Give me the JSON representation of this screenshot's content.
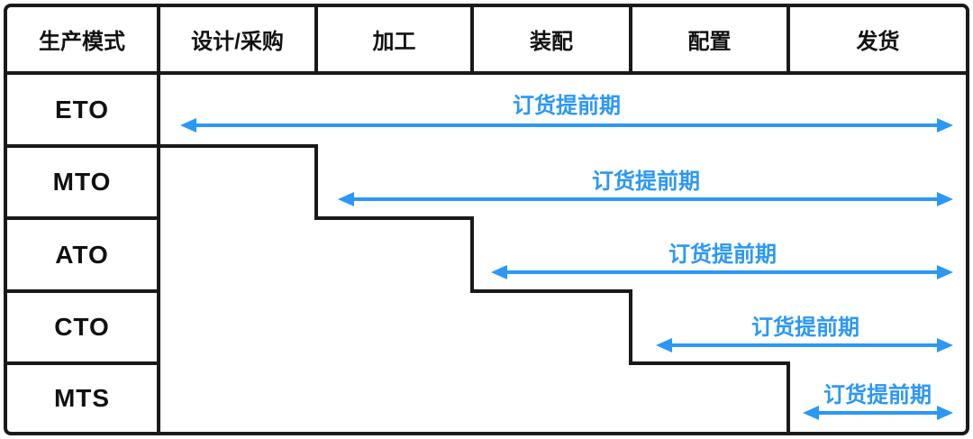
{
  "table": {
    "header": {
      "columns": [
        "生产模式",
        "设计/采购",
        "加工",
        "装配",
        "配置",
        "发货"
      ]
    },
    "rows": [
      {
        "mode": "ETO",
        "lead_time_label": "订货提前期",
        "lead_time_starts_at": "设计/采购"
      },
      {
        "mode": "MTO",
        "lead_time_label": "订货提前期",
        "lead_time_starts_at": "加工"
      },
      {
        "mode": "ATO",
        "lead_time_label": "订货提前期",
        "lead_time_starts_at": "装配"
      },
      {
        "mode": "CTO",
        "lead_time_label": "订货提前期",
        "lead_time_starts_at": "配置"
      },
      {
        "mode": "MTS",
        "lead_time_label": "订货提前期",
        "lead_time_starts_at": "发货"
      }
    ]
  },
  "colors": {
    "arrow_blue": "#2B97F7",
    "border_black": "#1A1A1A",
    "background": "#FFFFFF"
  }
}
